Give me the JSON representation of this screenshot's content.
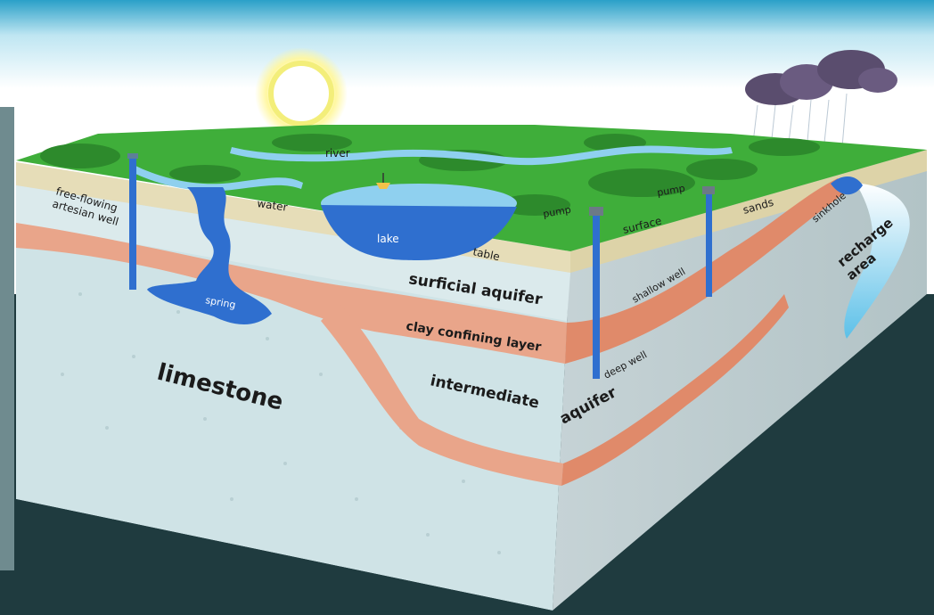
{
  "diagram": {
    "labels": {
      "free_flowing_line1": "free-flowing",
      "free_flowing_line2": "artesian well",
      "river": "river",
      "water": "water",
      "lake": "lake",
      "table": "table",
      "spring": "spring",
      "pump_left": "pump",
      "pump_right": "pump",
      "surface": "surface",
      "sands": "sands",
      "sinkhole": "sinkhole",
      "recharge_line1": "recharge",
      "recharge_line2": "area",
      "shallow_well": "shallow well",
      "surficial_aquifer": "surficial aquifer",
      "clay_confining_layer": "clay confining layer",
      "intermediate": "intermediate",
      "deep_well": "deep well",
      "aquifer": "aquifer",
      "limestone": "limestone"
    },
    "colors": {
      "sky_top": "#2aa0c8",
      "grass": "#3fae3a",
      "grass_dark": "#2d8a2c",
      "water": "#2f6fcf",
      "water_light": "#8fd0ef",
      "sand": "#e6ddb8",
      "clay": "#e9a58a",
      "clay_dark": "#e08a6a",
      "limestone_front": "#cfe3e6",
      "limestone_side": "#b7cfd2",
      "background_dark": "#1f3b3f",
      "sun": "#fff7a0",
      "cloud": "#5a4d6e"
    }
  }
}
